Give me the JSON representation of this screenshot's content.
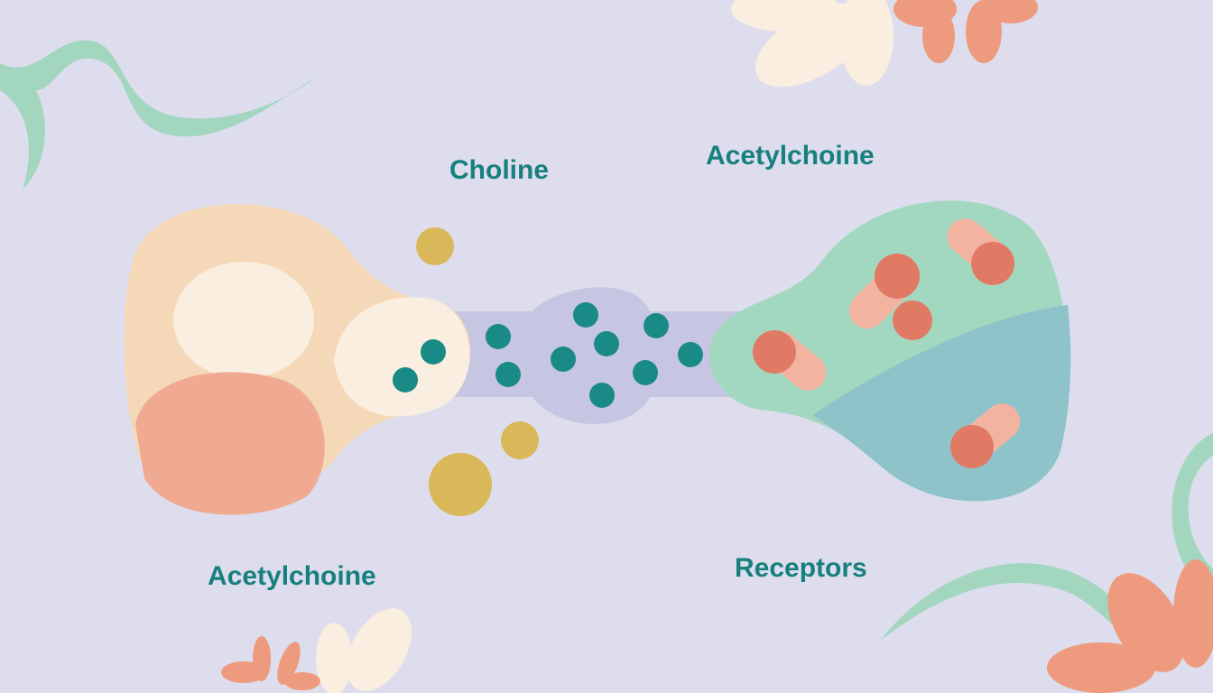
{
  "labels": {
    "choline": "Choline",
    "acetylcholine_top": "Acetylchoine",
    "acetylcholine_bottom": "Acetylchoine",
    "receptors": "Receptors"
  },
  "colors": {
    "background": "#dddded",
    "text": "#17807e",
    "neurotransmitter": "#1a8a86",
    "choline": "#d9b85a",
    "presynaptic": "#f4d8b8",
    "postsynaptic": "#a3d8c0",
    "receptor": "#e07a65"
  }
}
